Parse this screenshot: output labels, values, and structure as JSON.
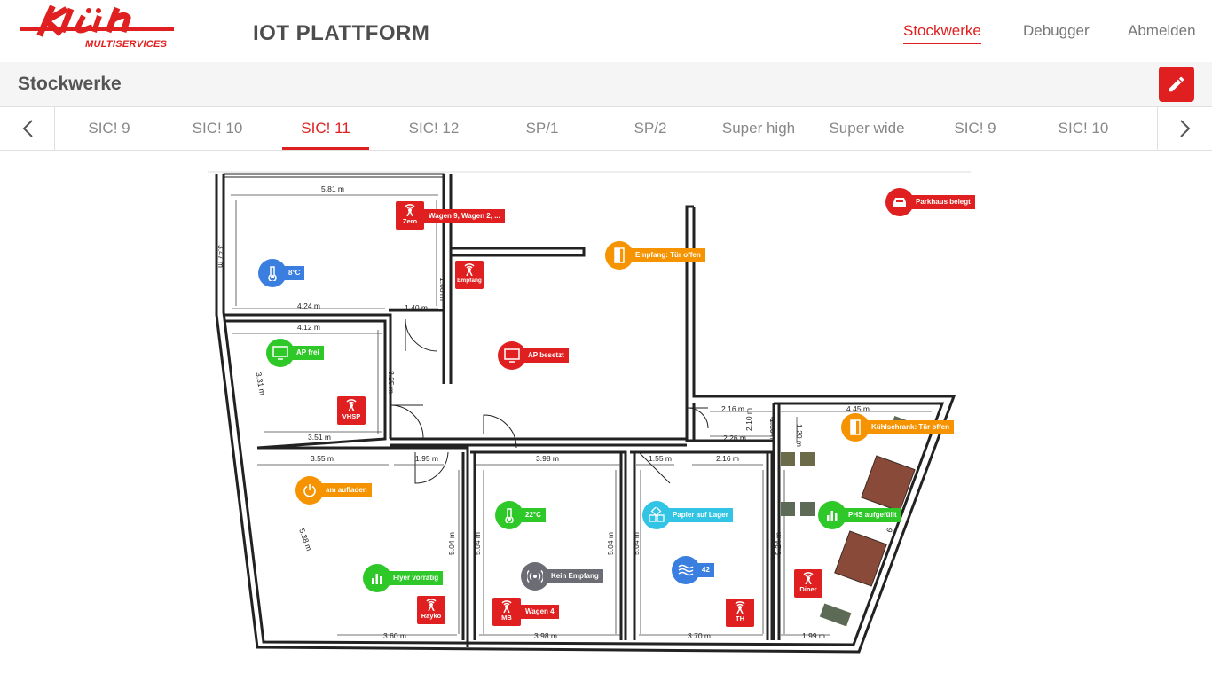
{
  "brand": {
    "logo_text": "kuh",
    "subtitle": "MULTISERVICES",
    "color": "#e02020"
  },
  "header": {
    "app_title": "IOT PLATTFORM",
    "nav": [
      {
        "label": "Stockwerke",
        "active": true
      },
      {
        "label": "Debugger",
        "active": false
      },
      {
        "label": "Abmelden",
        "active": false
      }
    ]
  },
  "page": {
    "title": "Stockwerke"
  },
  "tabs": [
    "SIC! 9",
    "SIC! 10",
    "SIC! 11",
    "SIC! 12",
    "SP/1",
    "SP/2",
    "Super high",
    "Super wide",
    "SIC! 9",
    "SIC! 10"
  ],
  "active_tab": "SIC! 11",
  "colors": {
    "red": "#e02020",
    "orange": "#f59300",
    "green": "#2ec829",
    "blue": "#3a7fe0",
    "gray": "#6c6c74",
    "cyan": "#32c4e4"
  },
  "dimensions": [
    "5.81 m",
    "3.47 m",
    "4.24 m",
    "1.40 m",
    "1.68 m",
    "4.12 m",
    "3.31 m",
    "3.25 m",
    "3.51 m",
    "3.55 m",
    "1.95 m",
    "3.98 m",
    "1.55 m",
    "2.16 m",
    "2.16 m",
    "2.26 m",
    "1.10 m",
    "1.20 m",
    "4.45 m",
    "5.38 m",
    "5.04 m",
    "5.04 m",
    "5.04 m",
    "5.04 m",
    "5.24 m",
    "3.60 m",
    "3.98 m",
    "3.70 m",
    "1.99 m",
    "2.10 m",
    "6."
  ],
  "markers": {
    "zero": {
      "caption": "Zero",
      "label": "Wagen 9, Wagen 2, ..."
    },
    "empfang_signal": {
      "caption": "Empfang"
    },
    "parkhaus": {
      "label": "Parkhaus belegt"
    },
    "empfang_door": {
      "label": "Empfang: Tür offen"
    },
    "temp_8": {
      "label": "8°C"
    },
    "ap_frei": {
      "label": "AP frei"
    },
    "ap_besetzt": {
      "label": "AP besetzt"
    },
    "vhsp": {
      "caption": "VHSP"
    },
    "kuehlschrank": {
      "label": "Kühlschrank: Tür offen"
    },
    "am_aufladen": {
      "label": "am aufladen"
    },
    "temp_22": {
      "label": "22°C"
    },
    "papier": {
      "label": "Papier auf Lager"
    },
    "phs": {
      "label": "PHS aufgefüllt"
    },
    "flyer": {
      "label": "Flyer vorrätig"
    },
    "kein_empfang": {
      "label": "Kein Empfang"
    },
    "wave": {
      "label": "42"
    },
    "diner": {
      "caption": "Diner"
    },
    "rayko": {
      "caption": "Rayko"
    },
    "mb": {
      "caption": "MB",
      "label": "Wagen 4"
    },
    "th": {
      "caption": "TH"
    }
  }
}
